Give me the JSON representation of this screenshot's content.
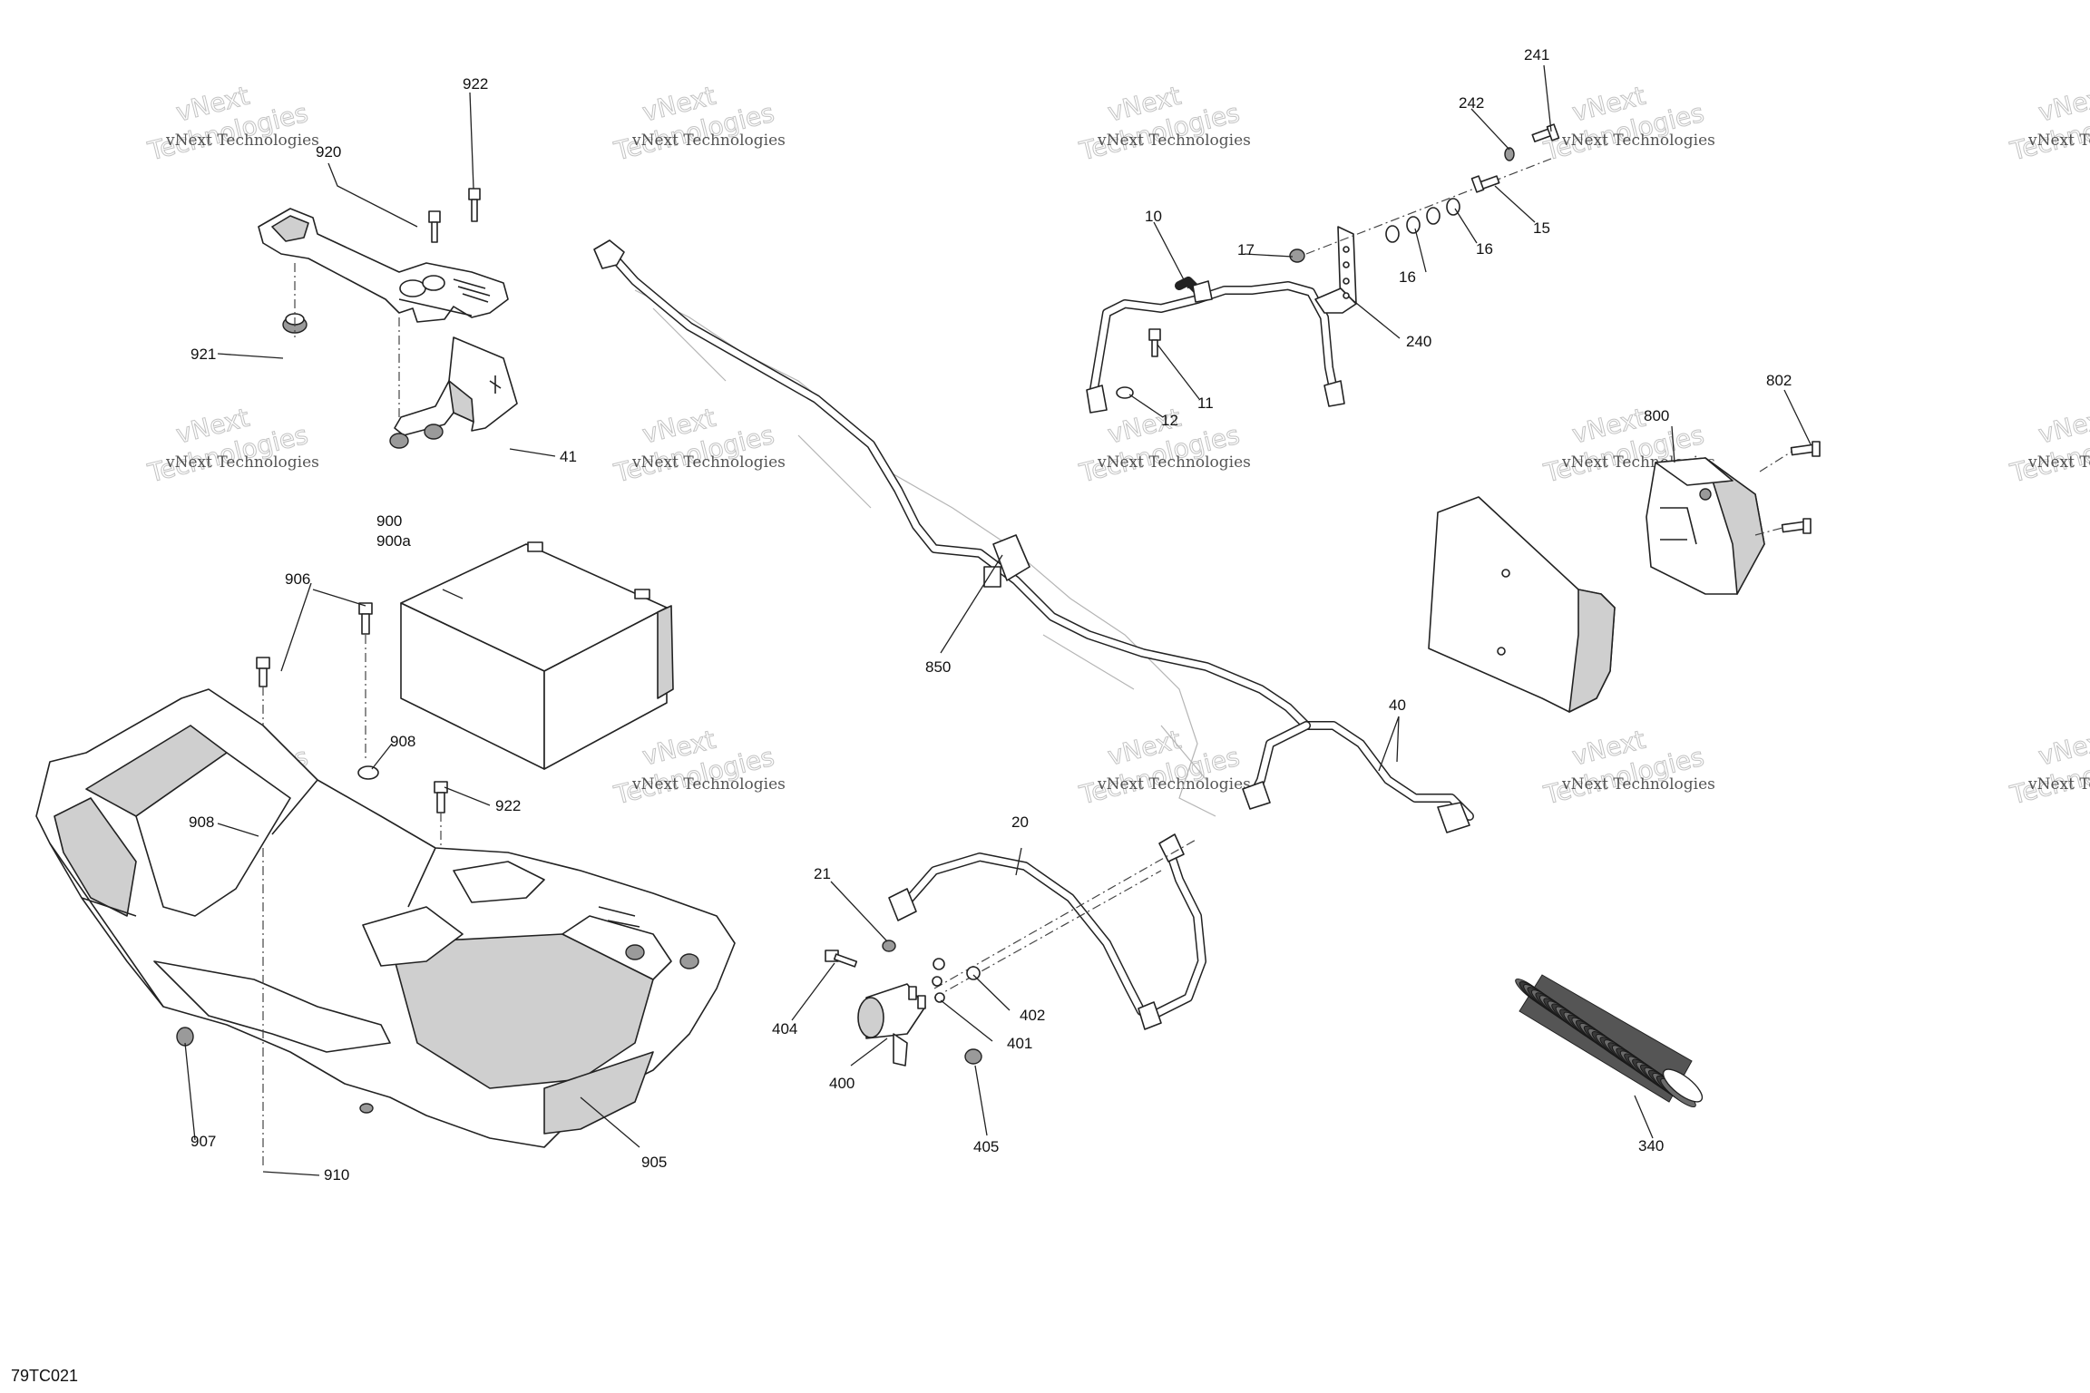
{
  "diagram": {
    "code": "79TC021",
    "watermark": {
      "line1": "vNext",
      "line2": "Technologies"
    },
    "callouts": [
      {
        "id": "922a",
        "text": "922"
      },
      {
        "id": "920",
        "text": "920"
      },
      {
        "id": "921",
        "text": "921"
      },
      {
        "id": "41",
        "text": "41"
      },
      {
        "id": "900",
        "text": "900"
      },
      {
        "id": "900a",
        "text": "900a"
      },
      {
        "id": "906",
        "text": "906"
      },
      {
        "id": "908a",
        "text": "908"
      },
      {
        "id": "922b",
        "text": "922"
      },
      {
        "id": "908b",
        "text": "908"
      },
      {
        "id": "907",
        "text": "907"
      },
      {
        "id": "910",
        "text": "910"
      },
      {
        "id": "905",
        "text": "905"
      },
      {
        "id": "850",
        "text": "850"
      },
      {
        "id": "10",
        "text": "10"
      },
      {
        "id": "17",
        "text": "17"
      },
      {
        "id": "11",
        "text": "11"
      },
      {
        "id": "12",
        "text": "12"
      },
      {
        "id": "241",
        "text": "241"
      },
      {
        "id": "242",
        "text": "242"
      },
      {
        "id": "15",
        "text": "15"
      },
      {
        "id": "16a",
        "text": "16"
      },
      {
        "id": "16b",
        "text": "16"
      },
      {
        "id": "240",
        "text": "240"
      },
      {
        "id": "802",
        "text": "802"
      },
      {
        "id": "800",
        "text": "800"
      },
      {
        "id": "40",
        "text": "40"
      },
      {
        "id": "20",
        "text": "20"
      },
      {
        "id": "21",
        "text": "21"
      },
      {
        "id": "404",
        "text": "404"
      },
      {
        "id": "402",
        "text": "402"
      },
      {
        "id": "401",
        "text": "401"
      },
      {
        "id": "400",
        "text": "400"
      },
      {
        "id": "405",
        "text": "405"
      },
      {
        "id": "340",
        "text": "340"
      }
    ]
  }
}
